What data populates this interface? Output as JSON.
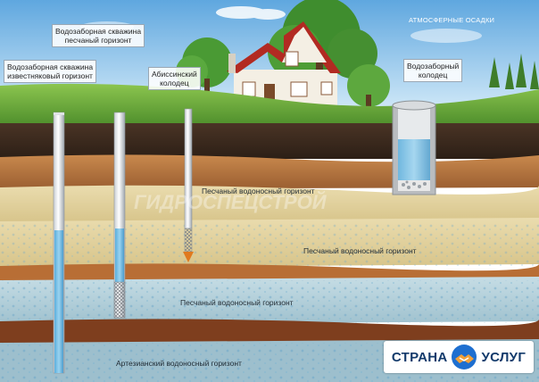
{
  "sky_label": "АТМОСФЕРНЫЕ ОСАДКИ",
  "callouts": {
    "sand_well": "Водозаборная скважина\nпесчаный горизонт",
    "lime_well": "Водозаборная скважина\nизвестняковый горизонт",
    "abyssinian": "Абиссинский\nколодец",
    "dug_well": "Водозаборный\nколодец"
  },
  "layers": {
    "sand1": "Песчаный водоносный горизонт",
    "sand2": "Песчаный водоносный горизонт",
    "sand3": "Песчаный водоносный горизонт",
    "artesian": "Артезианский водоносный горизонт"
  },
  "watermark": "ГИДРОСПЕЦСТРОЙ",
  "badge": {
    "left": "СТРАНА",
    "right": "УСЛУГ"
  },
  "colors": {
    "sky_top": "#6fb3e6",
    "sky_bottom": "#d9eefa",
    "grass": "#6aa63a",
    "soil_dark": "#3b2b20",
    "clay": "#b5753f",
    "sand_yellow": "#e3d29a",
    "blue_aquifer": "#b9d3dc",
    "artesian": "#a9c6d2",
    "water": "#5fb3e0",
    "badge_blue": "#123a6b"
  }
}
